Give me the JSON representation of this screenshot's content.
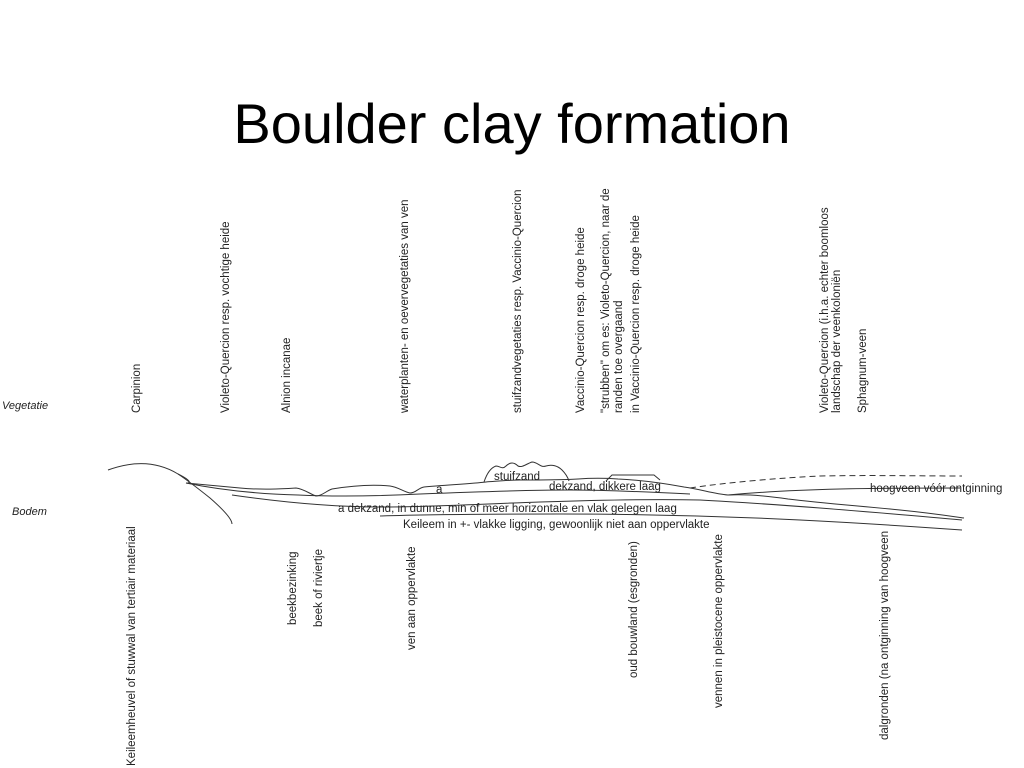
{
  "title": "Boulder clay formation",
  "rows": {
    "vegetation": "Vegetatie",
    "soil": "Bodem"
  },
  "vegetation_labels": [
    "Carpinion",
    "Violeto-Quercion resp. vochtige heide",
    "Alnion incanae",
    "waterplanten- en oevervegetaties van ven",
    "stuifzandvegetaties resp. Vaccinio-Quercion",
    "Vaccinio-Quercion resp. droge heide",
    "\"strubben\" om es: Violeto-Quercion, naar de",
    "randen toe overgaand",
    "in Vaccinio-Quercion resp. droge heide",
    "Violeto-Quercion (i.h.a. echter boomloos",
    "landschap der veenkoloniën",
    "Sphagnum-veen"
  ],
  "profile_labels": {
    "stuifzand": "stuifzand",
    "dekzand_thick": "dekzand, dikkere laag",
    "a_upper": "a",
    "dekzand_thin": "a  dekzand, in dunne, min of meer horizontale en vlak gelegen laag",
    "keileem": "Keileem in +- vlakke ligging, gewoonlijk niet aan oppervlakte",
    "hoogveen": "hoogveen vóór ontginning"
  },
  "landform_labels": [
    "Keileemheuvel of stuwwal van tertiair materiaal",
    "beekbezinking",
    "beek of riviertje",
    "ven aan oppervlakte",
    "oud bouwland (esgronden)",
    "vennen in pleistocene oppervlakte",
    "dalgronden (na ontginning van  hoogveen"
  ]
}
